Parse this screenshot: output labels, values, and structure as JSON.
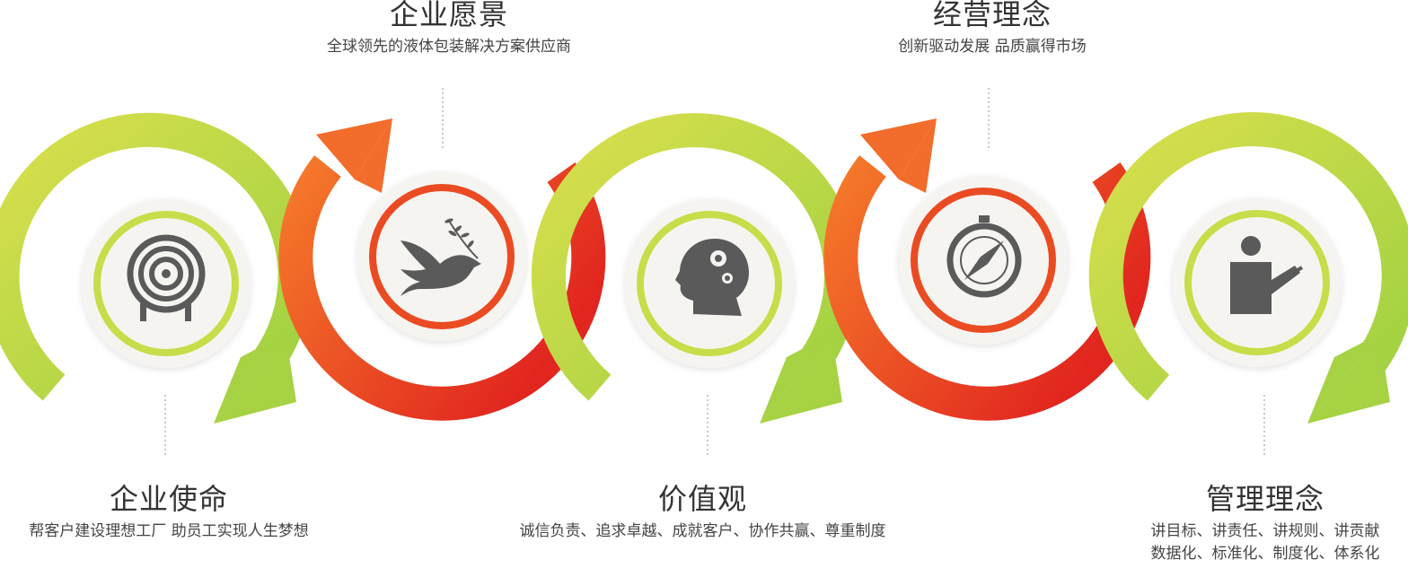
{
  "colors": {
    "green": "#a6d243",
    "green_light": "#d9df4d",
    "orange": "#f26c2b",
    "red": "#e02a20",
    "disc": "#f6f4f0",
    "icon": "#5a5a5a"
  },
  "sections": [
    {
      "title": "企业使命",
      "desc": [
        "帮客户建设理想工厂  助员工实现人生梦想"
      ],
      "icon": "target-icon"
    },
    {
      "title": "企业愿景",
      "desc": [
        "全球领先的液体包装解决方案供应商"
      ],
      "icon": "dove-icon"
    },
    {
      "title": "价值观",
      "desc": [
        "诚信负责、追求卓越、成就客户、协作共赢、尊重制度"
      ],
      "icon": "head-gears-icon"
    },
    {
      "title": "经营理念",
      "desc": [
        "创新驱动发展  品质赢得市场"
      ],
      "icon": "compass-icon"
    },
    {
      "title": "管理理念",
      "desc": [
        "讲目标、讲责任、讲规则、讲贡献",
        "数据化、标准化、制度化、体系化"
      ],
      "icon": "presenter-icon"
    }
  ]
}
